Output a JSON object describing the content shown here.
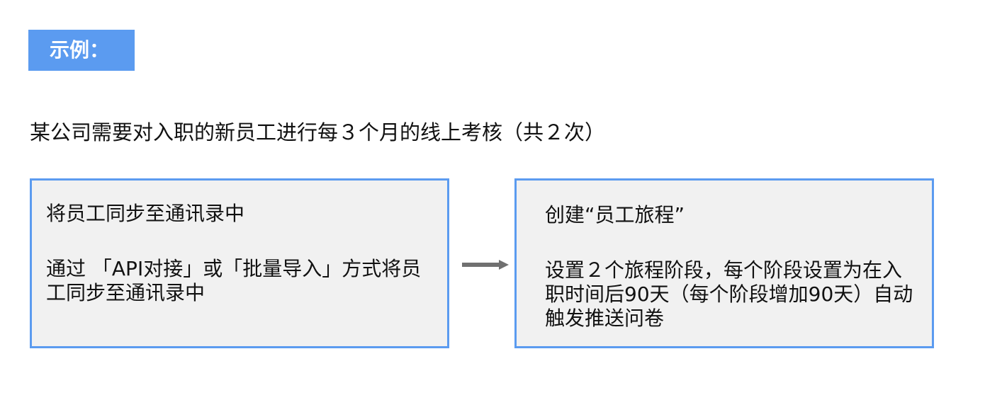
{
  "tag": {
    "label": "示例："
  },
  "intro": {
    "text": "某公司需要对入职的新员工进行每３个月的线上考核（共２次）"
  },
  "steps": [
    {
      "title": "将员工同步至通讯录中",
      "body": "通过 「API对接」或「批量导入」方式将员工同步至通讯录中"
    },
    {
      "title": "创建“员工旅程”",
      "body": "设置２个旅程阶段，每个阶段设置为在入职时间后90天（每个阶段增加90天）自动触发推送问卷"
    }
  ],
  "colors": {
    "accent": "#5b9bf0",
    "box_fill": "#f1f1f1",
    "arrow": "#707070"
  }
}
